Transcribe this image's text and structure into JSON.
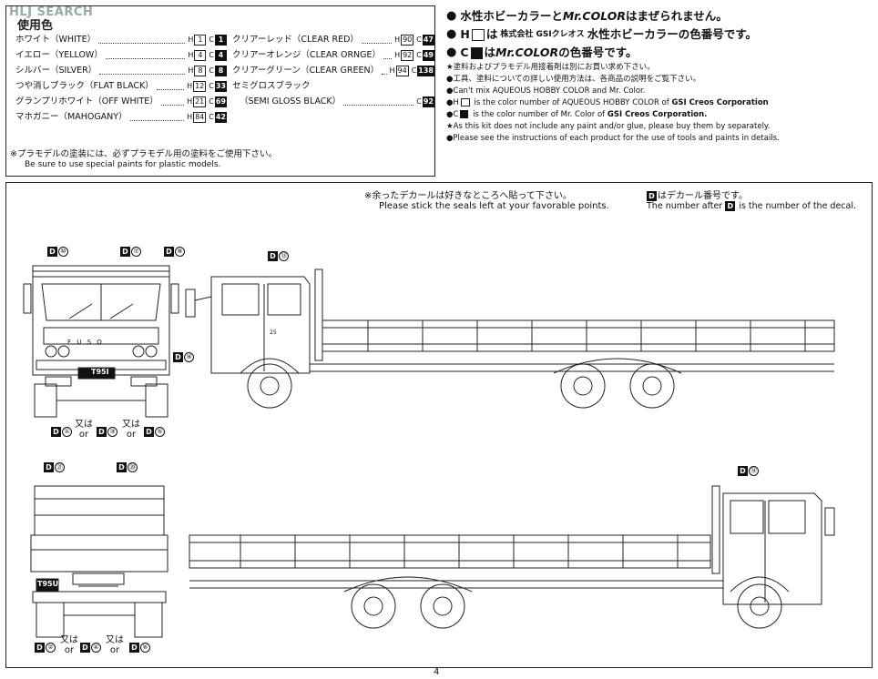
{
  "watermark": "HLJ SEARCH",
  "color_box": {
    "title": "使用色",
    "left_colors": [
      {
        "name": "ホワイト（WHITE）",
        "h": "1",
        "c": "1"
      },
      {
        "name": "イエロー（YELLOW）",
        "h": "4",
        "c": "4"
      },
      {
        "name": "シルバー（SILVER）",
        "h": "8",
        "c": "8"
      },
      {
        "name": "つや消しブラック（FLAT BLACK）",
        "h": "12",
        "c": "33"
      },
      {
        "name": "グランプリホワイト（OFF WHITE）",
        "h": "21",
        "c": "69"
      },
      {
        "name": "マホガニー（MAHOGANY）",
        "h": "84",
        "c": "42"
      }
    ],
    "right_colors": [
      {
        "name": "クリアーレッド（CLEAR RED）",
        "h": "90",
        "c": "47"
      },
      {
        "name": "クリアーオレンジ（CLEAR ORNGE）",
        "h": "92",
        "c": "49"
      },
      {
        "name": "クリアーグリーン（CLEAR GREEN）",
        "h": "94",
        "c": "138"
      }
    ],
    "semi_gloss_name": "セミグロスブラック",
    "semi_gloss_en": "（SEMI GLOSS BLACK）",
    "semi_gloss_c": "92",
    "h_letter": "H",
    "c_letter": "C",
    "note_jp": "※プラモデルの塗装には、必ずプラモデル用の塗料をご使用下さい。",
    "note_en": "Be sure to use special paints for plastic models."
  },
  "legend": {
    "line1_pre": "水性ホビーカラーと",
    "line1_brand": "Mr.COLOR",
    "line1_post": "はまぜられません。",
    "line2_h": "H",
    "line2_mid": "は",
    "line2_company": "株式会社 GSIクレオス",
    "line2_post": "水性ホビーカラーの色番号です。",
    "line3_c": "C",
    "line3_mid": "は",
    "line3_brand": "Mr.COLOR",
    "line3_post": "の色番号です。",
    "jp_small_1": "★塗料およびプラモデル用接着剤は別にお買い求め下さい。",
    "jp_small_2": "●工具、塗料についての詳しい使用方法は、各商品の説明をご覧下さい。",
    "en_1": "●Can't mix AQUEOUS HOBBY COLOR and Mr. Color.",
    "en_2_h": "●H",
    "en_2_text": "is the color number of AQUEOUS HOBBY COLOR of",
    "en_2_company": "GSI Creos Corporation",
    "en_3_c": "●C",
    "en_3_text": "is the color number of Mr. Color of",
    "en_3_company": "GSI Creos Corporation.",
    "en_4": "★As this kit does not include any paint and/or glue, please buy them by separately.",
    "en_5": "●Please see the instructions of each product for the use of tools and paints in details."
  },
  "decal_notes": {
    "note_jp": "※余ったデカールは好きなところへ貼って下さい。",
    "note_en": "Please stick the seals left at your favorable points.",
    "num_jp_tag": "D",
    "num_jp": "はデカール番号です。",
    "num_en_pre": "The number after",
    "num_en_tag": "D",
    "num_en_post": "is the number of the decal."
  },
  "decal_labels": {
    "d_tag": "D",
    "front_top_left": "⑩",
    "front_top_mid": "⑦",
    "front_top_right": "⑧",
    "front_side": "⑨",
    "side_top": "⑬",
    "front_bottom_1": "①",
    "front_bottom_2": "③",
    "front_bottom_3": "⑤",
    "rear_top_left": "㉑",
    "rear_top_right": "⑳",
    "rear_side_top": "⑭",
    "rear_bottom_1": "②",
    "rear_bottom_2": "④",
    "rear_bottom_3": "⑥",
    "or_jp": "又は",
    "or_en": "or"
  },
  "front_plate": "T95I",
  "rear_plate": "T95U",
  "front_badge": "F U S O",
  "side_door_text": "25",
  "page_number": "4"
}
